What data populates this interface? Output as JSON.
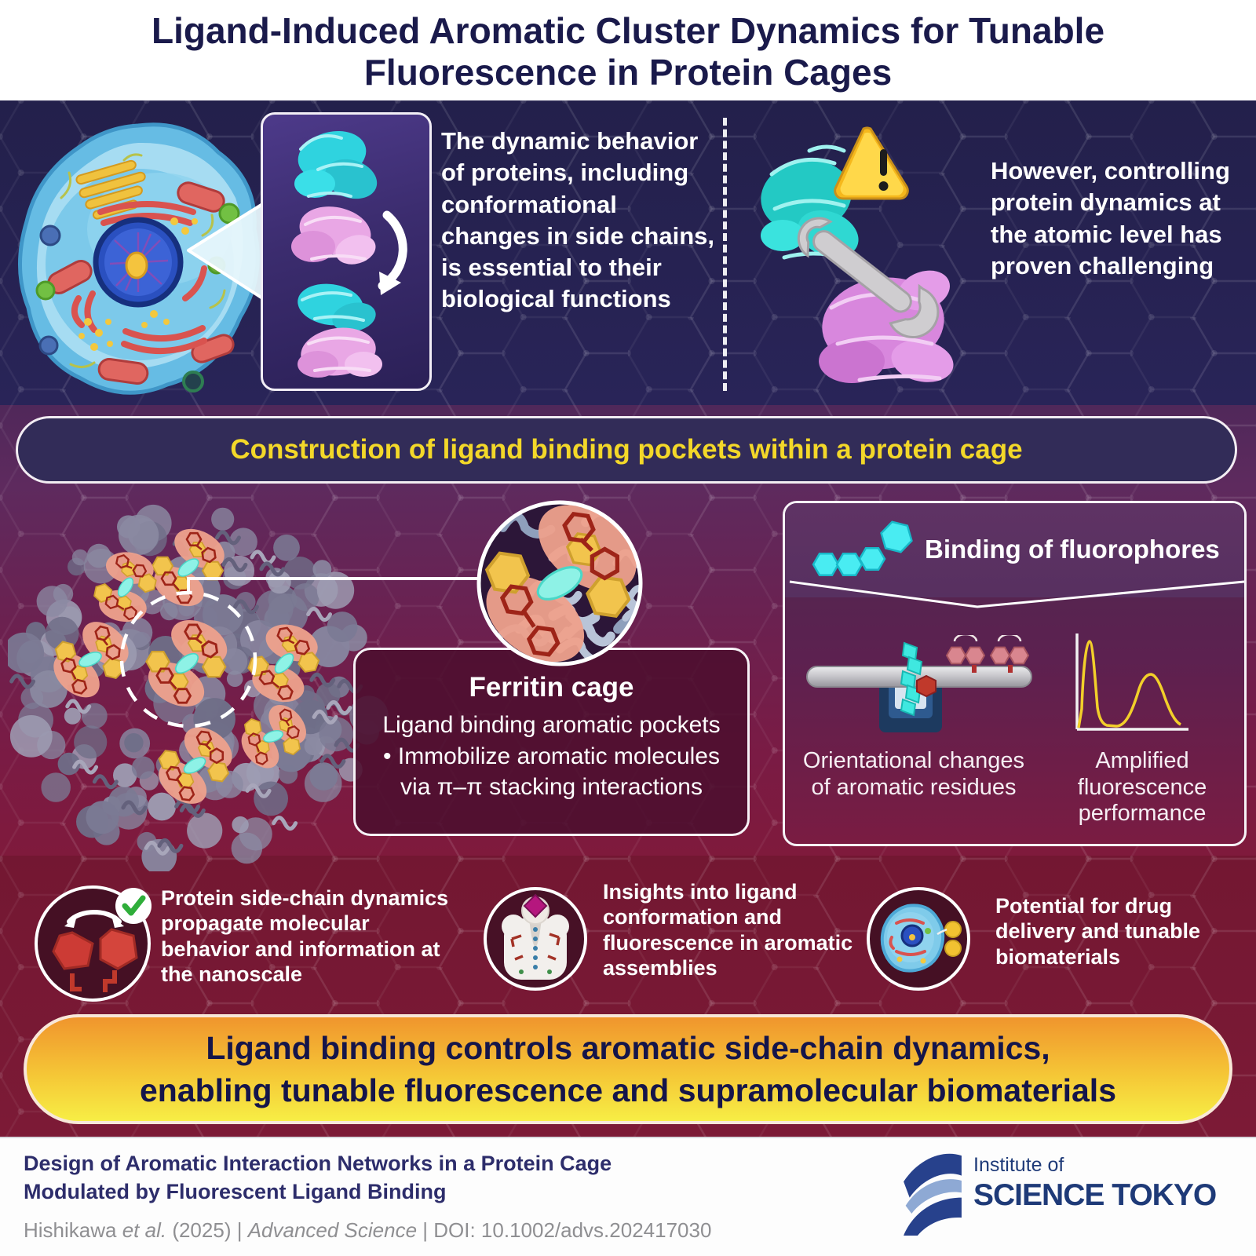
{
  "title": {
    "line1": "Ligand-Induced Aromatic Cluster Dynamics for Tunable",
    "line2": "Fluorescence in Protein Cages"
  },
  "intro": {
    "left_text": "The dynamic behavior of proteins, including conformational changes in side chains, is essential to their biological functions",
    "right_text": "However, controlling protein dynamics at the atomic level has proven challenging"
  },
  "construction_banner": "Construction of ligand binding pockets within a protein cage",
  "ferritin": {
    "title": "Ferritin cage",
    "line1": "Ligand binding aromatic pockets",
    "line2": "• Immobilize aromatic molecules",
    "line3": "via π–π stacking interactions"
  },
  "binding": {
    "title": "Binding of fluorophores",
    "caption_left": "Orientational changes of aromatic residues",
    "caption_right": "Amplified fluorescence performance"
  },
  "takeaways": [
    "Protein side-chain dynamics propagate molecular behavior and information at the nanoscale",
    "Insights into ligand conformation and fluorescence in aromatic assemblies",
    "Potential for drug delivery and tunable biomaterials"
  ],
  "conclusion": {
    "line1": "Ligand binding controls aromatic side-chain dynamics,",
    "line2": "enabling tunable fluorescence and supramolecular biomaterials"
  },
  "footer": {
    "paper_line1": "Design of Aromatic Interaction Networks in a Protein Cage",
    "paper_line2": "Modulated by Fluorescent Ligand Binding",
    "citation": {
      "p1": "Hishikawa ",
      "etal": "et al.",
      "p2": " (2025) | ",
      "journal": "Advanced Science",
      "p3": " | DOI: 10.1002/advs.202417030"
    },
    "logo_top": "Institute of",
    "logo_bottom": "SCIENCE TOKYO"
  },
  "colors": {
    "title_navy": "#1a1a4b",
    "banner_yellow_text": "#f3d829",
    "top_navy_bg": "#23204b",
    "mid_purple_bg": "#5e2a5e",
    "bottom_maroon_bg": "#731732",
    "pill_orange": "#f0952d",
    "pill_yellow": "#f7ee45",
    "cyan_protein": "#2fd3df",
    "pink_protein": "#e9a7e5",
    "pocket_salmon": "#efa28d",
    "pocket_yellow": "#f2c44d",
    "ligand_cyan": "#8ef2e6",
    "logo_navy": "#1e3a78"
  }
}
